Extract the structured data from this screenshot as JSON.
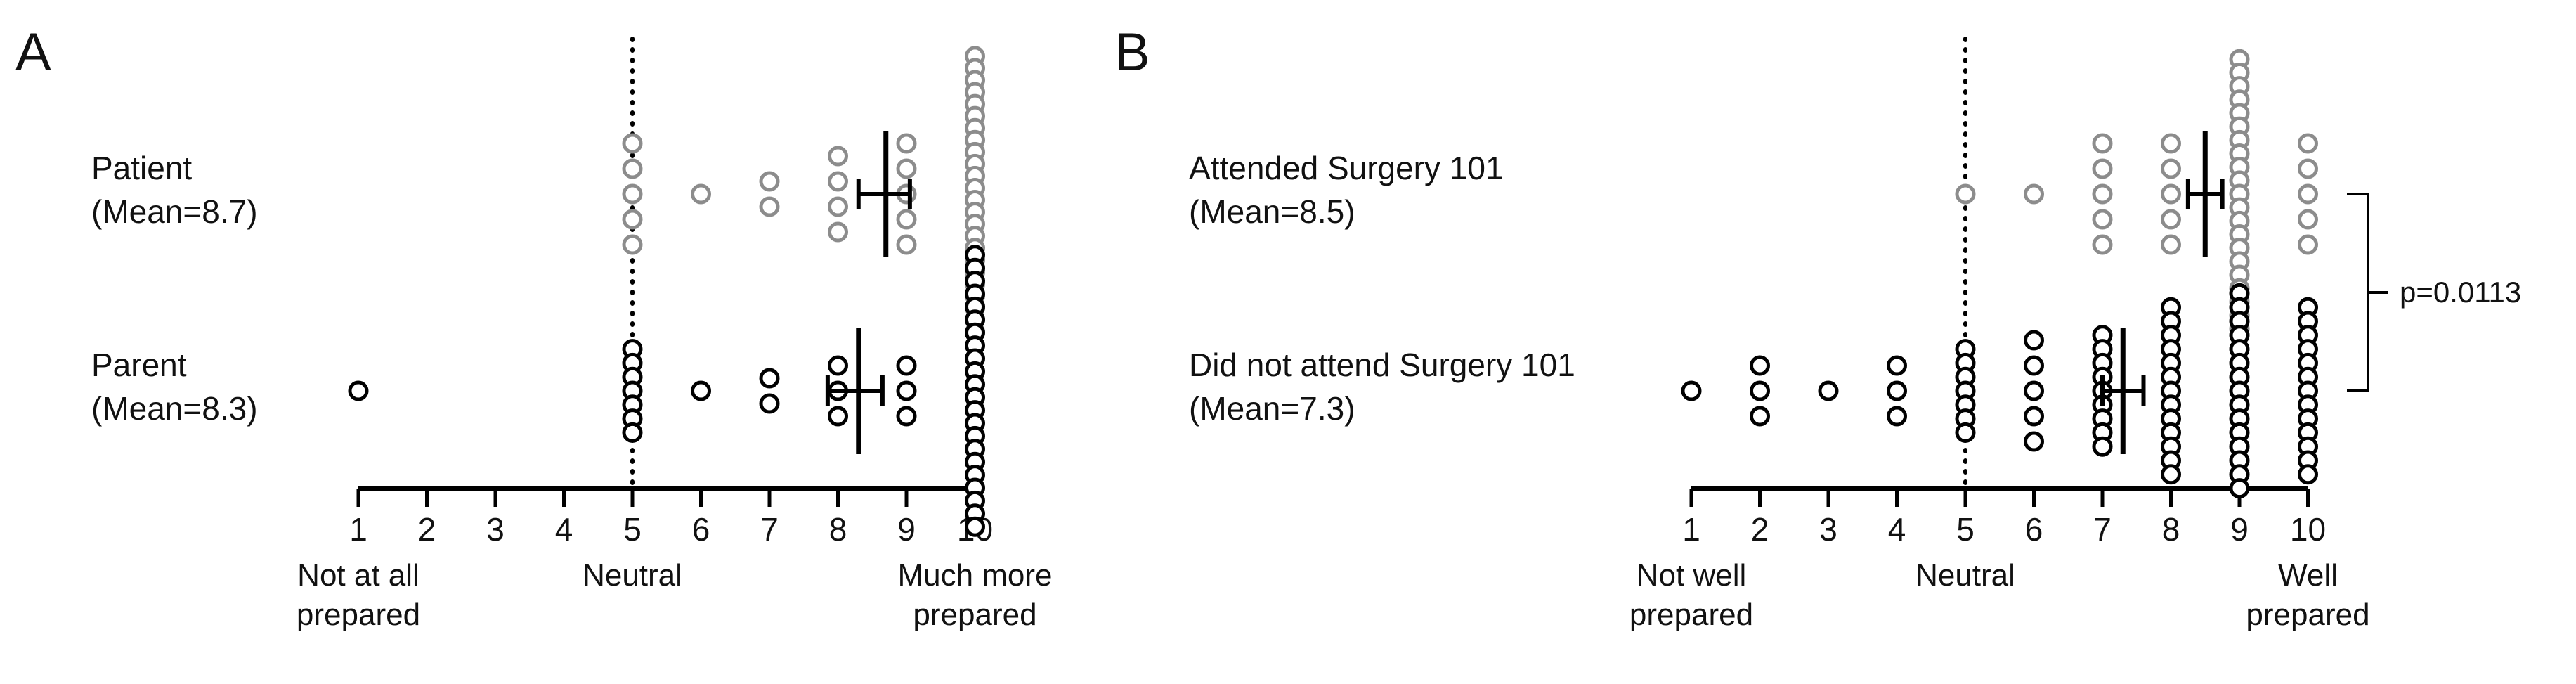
{
  "colors": {
    "group_a": "#8c8c8c",
    "group_b": "#000000",
    "text": "#111111"
  },
  "chart_data": [
    {
      "type": "scatter",
      "panel": "A",
      "x_ticks": [
        1,
        2,
        3,
        4,
        5,
        6,
        7,
        8,
        9,
        10
      ],
      "xlim": [
        1,
        10
      ],
      "anchors": [
        {
          "x": 1,
          "lines": [
            "Not at all",
            "prepared"
          ]
        },
        {
          "x": 5,
          "lines": [
            "Neutral"
          ]
        },
        {
          "x": 10,
          "lines": [
            "Much more",
            "prepared"
          ]
        }
      ],
      "neutral_line_x": 5,
      "groups": [
        {
          "lines": [
            "Patient",
            "(Mean=8.7)"
          ],
          "color_key": "group_a",
          "mean": 8.7,
          "ci": [
            8.3,
            9.05
          ],
          "counts": {
            "5": 5,
            "6": 1,
            "7": 2,
            "8": 4,
            "9": 5,
            "10": 24
          }
        },
        {
          "lines": [
            "Parent",
            "(Mean=8.3)"
          ],
          "color_key": "group_b",
          "mean": 8.3,
          "ci": [
            7.85,
            8.65
          ],
          "counts": {
            "1": 1,
            "5": 7,
            "6": 1,
            "7": 2,
            "8": 3,
            "9": 3,
            "10": 22
          }
        }
      ]
    },
    {
      "type": "scatter",
      "panel": "B",
      "x_ticks": [
        1,
        2,
        3,
        4,
        5,
        6,
        7,
        8,
        9,
        10
      ],
      "xlim": [
        1,
        10
      ],
      "anchors": [
        {
          "x": 1,
          "lines": [
            "Not well",
            "prepared"
          ]
        },
        {
          "x": 5,
          "lines": [
            "Neutral"
          ]
        },
        {
          "x": 10,
          "lines": [
            "Well",
            "prepared"
          ]
        }
      ],
      "neutral_line_x": 5,
      "groups": [
        {
          "lines": [
            "Attended Surgery 101",
            "(Mean=8.5)"
          ],
          "color_key": "group_a",
          "mean": 8.5,
          "ci": [
            8.25,
            8.75
          ],
          "counts": {
            "5": 1,
            "6": 1,
            "7": 5,
            "8": 5,
            "9": 21,
            "10": 5
          }
        },
        {
          "lines": [
            "Did not attend Surgery 101",
            "(Mean=7.3)"
          ],
          "color_key": "group_b",
          "mean": 7.3,
          "ci": [
            7.0,
            7.6
          ],
          "counts": {
            "1": 1,
            "2": 3,
            "3": 1,
            "4": 3,
            "5": 7,
            "6": 5,
            "7": 9,
            "8": 13,
            "9": 15,
            "10": 13
          }
        }
      ],
      "significance": {
        "label": "p=0.0113"
      }
    }
  ]
}
